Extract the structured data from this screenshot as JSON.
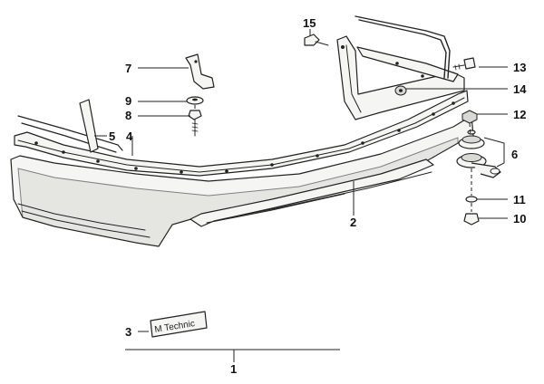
{
  "callouts": [
    "1",
    "2",
    "3",
    "4",
    "5",
    "6",
    "7",
    "8",
    "9",
    "10",
    "11",
    "12",
    "13",
    "14",
    "15"
  ],
  "badge_text": "M Technic",
  "colors": {
    "line": "#222222",
    "fill": "#f5f5f3",
    "shade": "#d8d8d4"
  },
  "icons": [
    "bolt-icon",
    "nut-icon",
    "washer-icon",
    "bracket-icon",
    "clip-icon",
    "rubber-buffer-icon"
  ]
}
